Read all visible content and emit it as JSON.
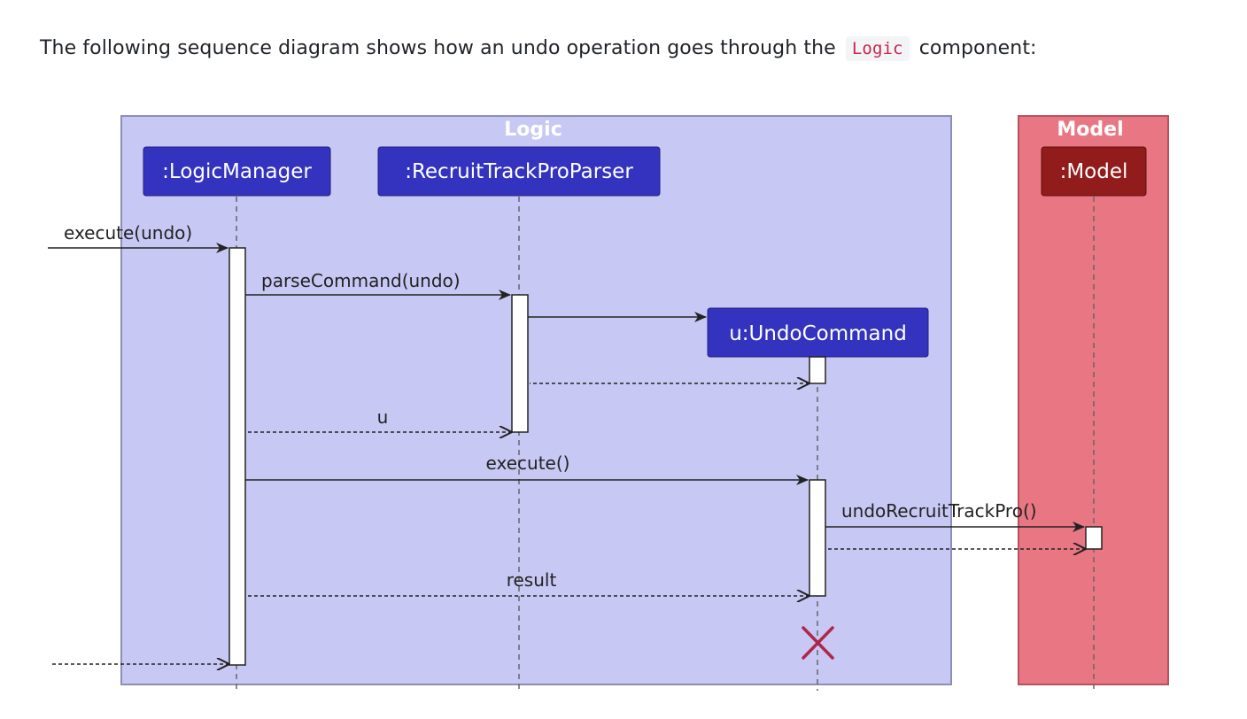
{
  "intro": {
    "before": "The following sequence diagram shows how an undo operation goes through the",
    "code": "Logic",
    "after": "component:"
  },
  "colors": {
    "logic_frame_fill": "#c8c8f5",
    "logic_frame_stroke": "#8d8db8",
    "model_frame_fill": "#e87783",
    "model_frame_stroke": "#b5535d",
    "logic_participant_fill": "#3333c0",
    "model_participant_fill": "#921b1b",
    "destroy_mark": "#b0264a"
  },
  "diagram": {
    "frames": {
      "logic_title": "Logic",
      "model_title": "Model"
    },
    "participants": {
      "logic_manager": ":LogicManager",
      "parser": ":RecruitTrackProParser",
      "undo_command": "u:UndoCommand",
      "model": ":Model"
    },
    "messages": {
      "execute_undo": "execute(undo)",
      "parse_command": "parseCommand(undo)",
      "return_u": "u",
      "execute": "execute()",
      "undo_recruit": "undoRecruitTrackPro()",
      "result": "result"
    },
    "icons": {
      "destroy": "destroy-x-icon"
    }
  }
}
